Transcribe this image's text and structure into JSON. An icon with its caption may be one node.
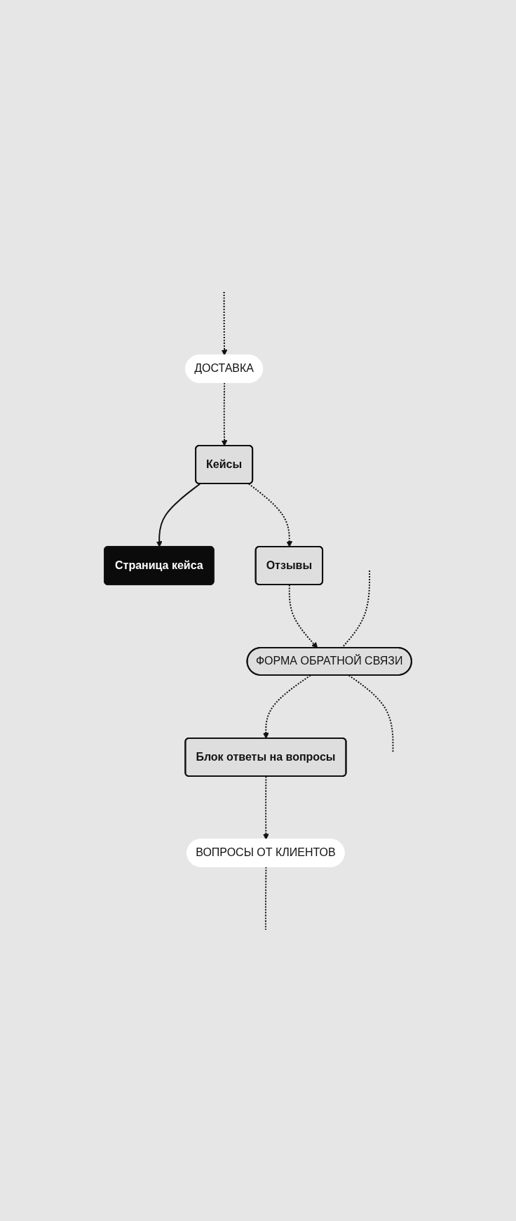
{
  "diagram": {
    "nodes": [
      {
        "text": [
          "ДОСТАВКА"
        ]
      },
      {
        "text": [
          "Страница кейса"
        ]
      },
      {
        "text": [
          "Кейсы"
        ]
      },
      {
        "text": [
          "Отзывы"
        ]
      },
      {
        "text": [
          "ФОРМА ОБРАТНОЙ СВЯЗИ"
        ]
      },
      {
        "text": [
          "Блок ответы на вопросы"
        ]
      },
      {
        "text": [
          "ВОПРОСЫ ОТ КЛИЕНТОВ"
        ]
      }
    ],
    "edges": [
      {
        "from": null,
        "to": 0,
        "arrow": "to",
        "style": "dashed"
      },
      {
        "from": 0,
        "to": 2,
        "arrow": "to",
        "style": "dashed"
      },
      {
        "from": 2,
        "to": 1,
        "arrow": "to"
      },
      {
        "from": 2,
        "to": 3,
        "arrow": "to",
        "style": "dashed"
      },
      {
        "from": 3,
        "to": 4,
        "arrow": "to",
        "style": "dashed"
      },
      {
        "from": null,
        "to": 4,
        "arrow": "none",
        "style": "dashed"
      },
      {
        "from": 4,
        "to": null,
        "arrow": "none",
        "style": "dashed"
      },
      {
        "from": 4,
        "to": 5,
        "arrow": "to",
        "style": "dashed"
      },
      {
        "from": 5,
        "to": 6,
        "arrow": "to",
        "style": "dashed"
      },
      {
        "from": 6,
        "to": null,
        "arrow": "none",
        "style": "dashed"
      }
    ]
  }
}
